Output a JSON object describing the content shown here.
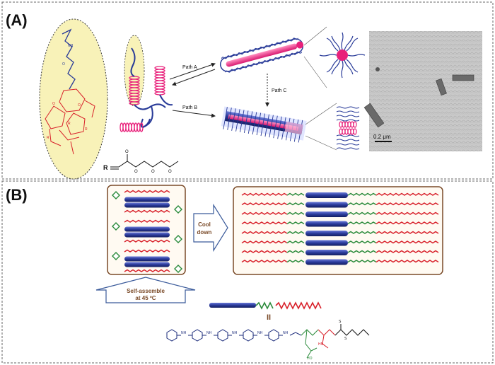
{
  "panels": {
    "a": {
      "label": "(A)",
      "r_label": "R",
      "path_a": "Path A",
      "path_b": "Path B",
      "path_c": "Path C",
      "scale_bar": "0.2 μm"
    },
    "b": {
      "label": "(B)",
      "cool_down_line1": "Cool",
      "cool_down_line2": "down",
      "self_assemble_line1": "Self-assemble",
      "self_assemble_line2": "at 45 ºC",
      "equals": "II",
      "nh": "NH",
      "hn": "HN",
      "ho": "HO",
      "s": "S"
    }
  },
  "colors": {
    "pink": "#e8207a",
    "blue": "#283a98",
    "red": "#d8202a",
    "green": "#2a8a3a",
    "yellow": "#f8f2b8",
    "brown": "#7a4a28",
    "navy": "#1a2a7a"
  }
}
